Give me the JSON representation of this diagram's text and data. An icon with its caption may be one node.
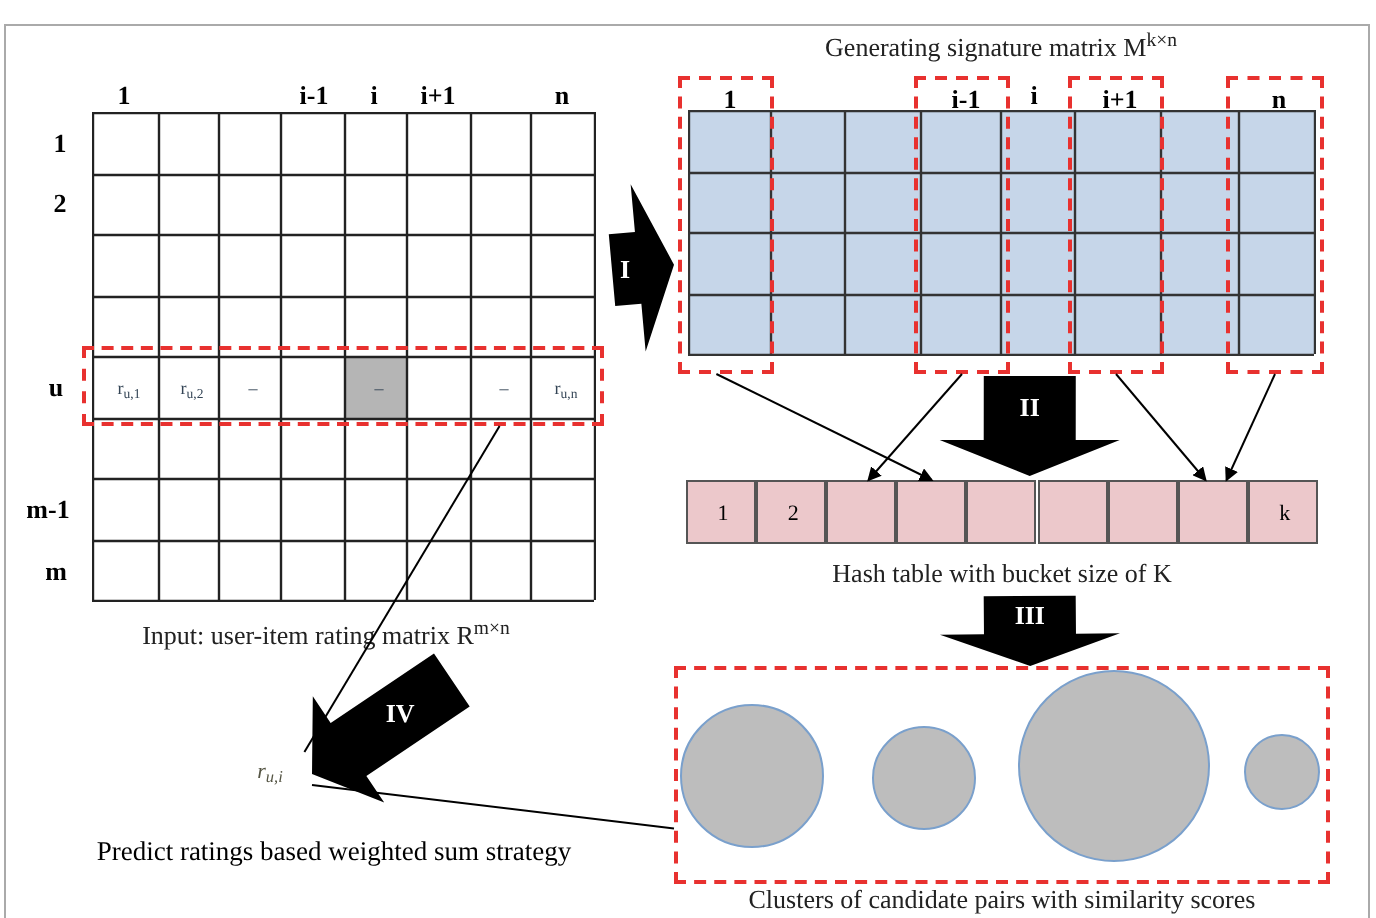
{
  "diagram": {
    "nodes": [
      {
        "text": [
          "Input: user-item rating matrix R$^{m×n}$"
        ]
      },
      {
        "text": [
          "r$_{u,1}$",
          "r$_{u,2}$",
          "–",
          "–",
          "–",
          "r$_{u,n}$"
        ],
        "in": 0
      },
      {
        "text": [
          "Generating signature matrix M$^{k×n}$"
        ]
      },
      {
        "text": [
          "1"
        ],
        "in": 2
      },
      {
        "text": [
          "i-1"
        ],
        "in": 2
      },
      {
        "text": [
          "i+1"
        ],
        "in": 2
      },
      {
        "text": [
          "n"
        ],
        "in": 2
      },
      {
        "text": [
          "Hash table with bucket size of K"
        ]
      },
      {
        "text": [
          "1"
        ],
        "in": 7
      },
      {
        "text": [
          "2"
        ],
        "in": 7
      },
      {
        "text": [],
        "shape": "box",
        "in": 7
      },
      {
        "text": [],
        "shape": "box",
        "in": 7
      },
      {
        "text": [],
        "shape": "box",
        "in": 7
      },
      {
        "text": [],
        "shape": "box",
        "in": 7
      },
      {
        "text": [],
        "shape": "box",
        "in": 7
      },
      {
        "text": [],
        "shape": "box",
        "in": 7
      },
      {
        "text": [
          "k"
        ],
        "in": 7
      },
      {
        "text": [
          "Clusters of candidate pairs with similarity scores"
        ]
      },
      {
        "text": [],
        "shape": "circle",
        "in": 17
      },
      {
        "text": [],
        "shape": "circle",
        "in": 17
      },
      {
        "text": [],
        "shape": "circle",
        "in": 17
      },
      {
        "text": [],
        "shape": "circle",
        "in": 17
      },
      {
        "text": [
          "r$_{u,i}$"
        ],
        "beside": [
          "Predict ratings based weighted sum strategy"
        ]
      }
    ],
    "edges": [
      {
        "from": 0,
        "to": 2,
        "arrow": "to",
        "label": "I",
        "style": "thick"
      },
      {
        "from": 2,
        "to": 7,
        "arrow": "to",
        "label": "II",
        "style": "thick"
      },
      {
        "from": 7,
        "to": 17,
        "arrow": "to",
        "label": "III",
        "style": "thick"
      },
      {
        "from": 0,
        "to": 22,
        "arrow": "to",
        "label": "IV",
        "style": "thick"
      },
      {
        "from": 3,
        "to": 11,
        "arrow": "to"
      },
      {
        "from": 4,
        "to": 10,
        "arrow": "to"
      },
      {
        "from": 5,
        "to": 15,
        "arrow": "to"
      },
      {
        "from": 6,
        "to": 15,
        "arrow": "to"
      },
      {
        "from": 1,
        "to": 22,
        "arrow": "none"
      },
      {
        "from": 22,
        "to": 17,
        "arrow": "none"
      }
    ],
    "labels": [
      "1",
      "i-1",
      "i",
      "i+1",
      "n",
      "i",
      "1",
      "2",
      "u",
      "m-1",
      "m"
    ]
  }
}
